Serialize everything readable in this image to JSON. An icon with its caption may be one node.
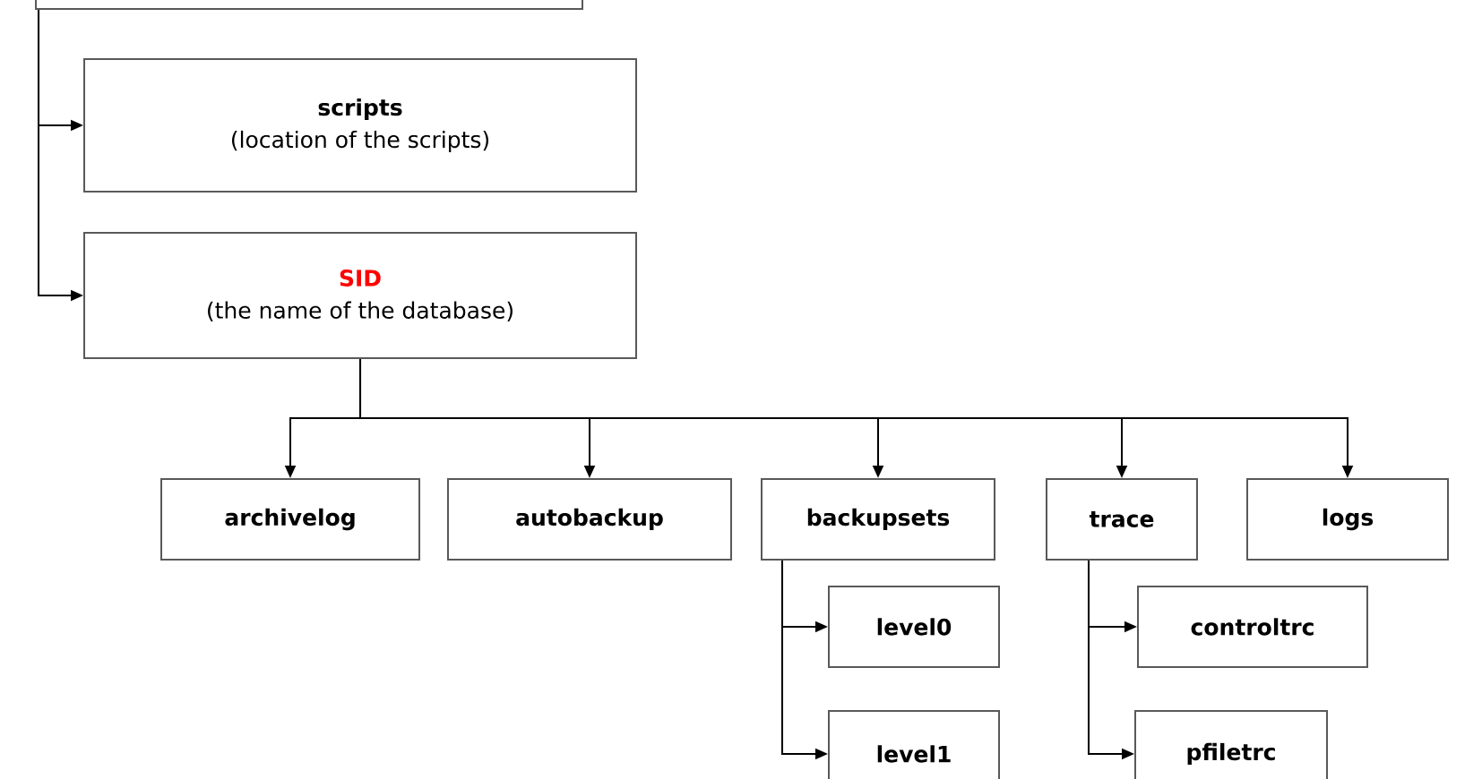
{
  "diagram": {
    "nodes": [
      {
        "text": [],
        "shape": "box"
      },
      {
        "text": [
          "scripts",
          "(location of the scripts)"
        ]
      },
      {
        "text": [
          "SID",
          "(the name of the database)"
        ]
      },
      {
        "text": [
          "archivelog"
        ]
      },
      {
        "text": [
          "autobackup"
        ]
      },
      {
        "text": [
          "backupsets"
        ]
      },
      {
        "text": [
          "trace"
        ]
      },
      {
        "text": [
          "logs"
        ]
      },
      {
        "text": [
          "level0"
        ]
      },
      {
        "text": [
          "level1"
        ]
      },
      {
        "text": [
          "controltrc"
        ]
      },
      {
        "text": [
          "pfiletrc"
        ]
      }
    ],
    "edges": [
      {
        "from": 0,
        "to": 1,
        "arrow": "to"
      },
      {
        "from": 0,
        "to": 2,
        "arrow": "to"
      },
      {
        "from": 2,
        "to": 3,
        "arrow": "to"
      },
      {
        "from": 2,
        "to": 4,
        "arrow": "to"
      },
      {
        "from": 2,
        "to": 5,
        "arrow": "to"
      },
      {
        "from": 2,
        "to": 6,
        "arrow": "to"
      },
      {
        "from": 2,
        "to": 7,
        "arrow": "to"
      },
      {
        "from": 5,
        "to": 8,
        "arrow": "to"
      },
      {
        "from": 5,
        "to": 9,
        "arrow": "to"
      },
      {
        "from": 6,
        "to": 10,
        "arrow": "to"
      },
      {
        "from": 6,
        "to": 11,
        "arrow": "to"
      }
    ]
  }
}
